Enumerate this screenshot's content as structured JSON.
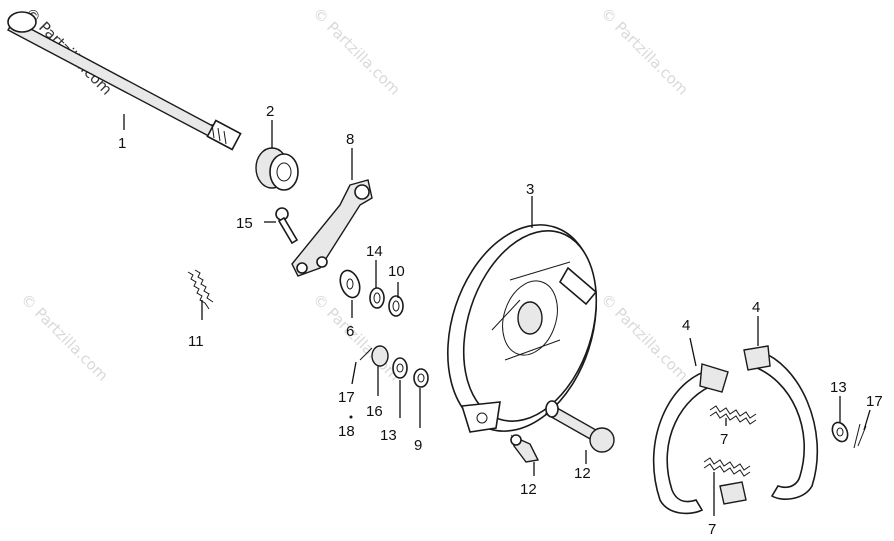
{
  "watermark": {
    "text": "© Partzilla.com"
  },
  "callouts": {
    "c1": "1",
    "c2": "2",
    "c3": "3",
    "c4a": "4",
    "c4b": "4",
    "c6": "6",
    "c7a": "7",
    "c7b": "7",
    "c8": "8",
    "c9": "9",
    "c10": "10",
    "c11": "11",
    "c12a": "12",
    "c12b": "12",
    "c13a": "13",
    "c13b": "13",
    "c14": "14",
    "c15": "15",
    "c16": "16",
    "c17a": "17",
    "c17b": "17",
    "c18": "18"
  }
}
